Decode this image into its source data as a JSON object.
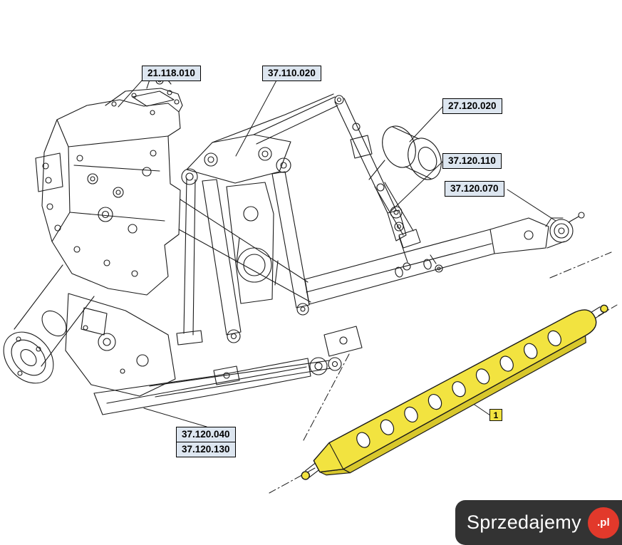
{
  "callouts": [
    {
      "label": "21.118.010"
    },
    {
      "label": "37.110.020"
    },
    {
      "label": "27.120.020"
    },
    {
      "label": "37.120.110"
    },
    {
      "label": "37.120.070"
    },
    {
      "label": "37.120.040"
    },
    {
      "label": "37.120.130"
    }
  ],
  "highlight": {
    "label": "1",
    "hole_count": 9
  },
  "watermark": {
    "name": "Sprzedajemy",
    "tld": ".pl"
  },
  "colors": {
    "highlight_fill": "#f2e340",
    "highlight_side": "#d8c72c",
    "callout_bg": "#dde6f0",
    "line": "#1a1a1a",
    "watermark_bg": "#333333",
    "watermark_accent": "#e2392b",
    "watermark_text": "#ffffff"
  }
}
